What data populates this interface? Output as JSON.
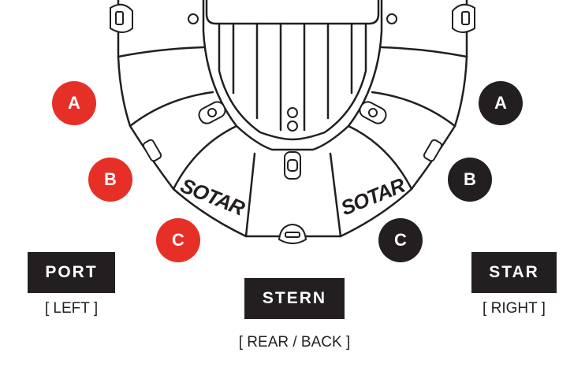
{
  "brand": {
    "text": "SOTAR"
  },
  "colors": {
    "port": "#e63027",
    "starboard": "#231f20",
    "line": "#231f20"
  },
  "port": {
    "label": "PORT",
    "caption": "[ LEFT ]",
    "chambers": [
      "A",
      "B",
      "C"
    ]
  },
  "starboard": {
    "label": "STAR",
    "caption": "[ RIGHT ]",
    "chambers": [
      "A",
      "B",
      "C"
    ]
  },
  "stern": {
    "label": "STERN",
    "caption": "[ REAR / BACK ]"
  }
}
